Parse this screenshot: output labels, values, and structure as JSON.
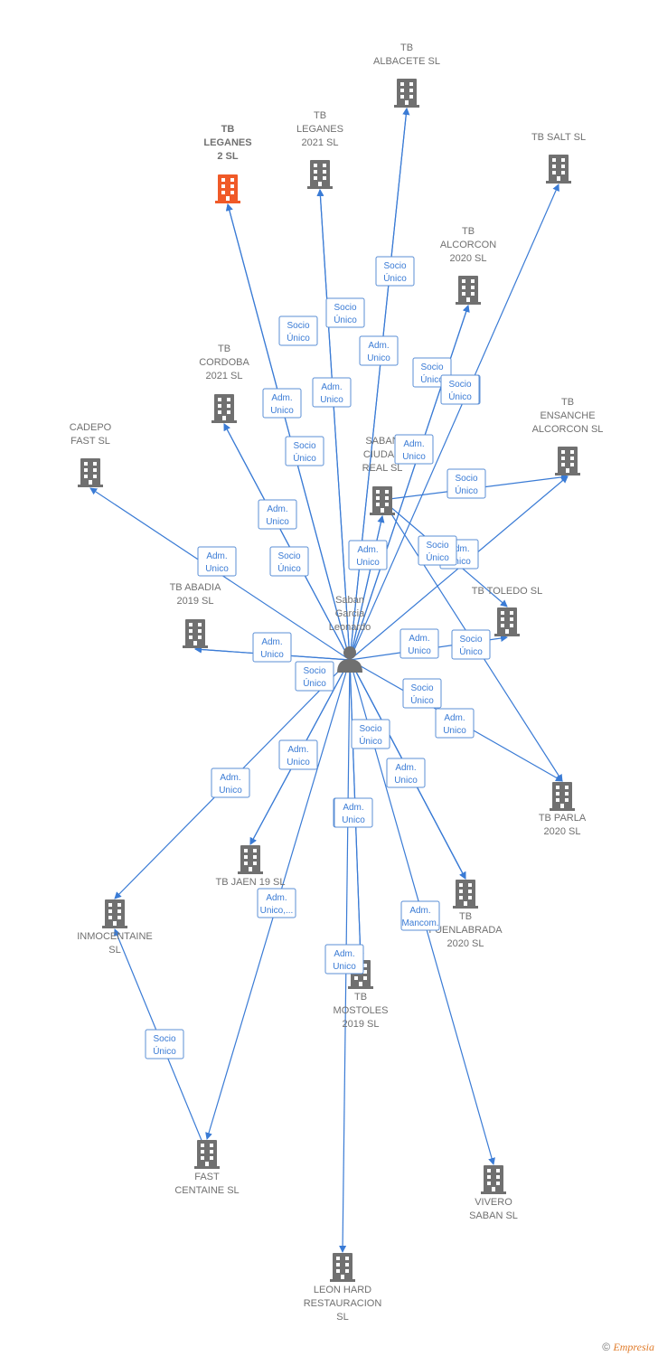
{
  "center": {
    "label_lines": [
      "Saban",
      "Garcia",
      "Leonardo"
    ],
    "icon": "person-icon"
  },
  "nodes": [
    {
      "id": "tb-albacete",
      "label_lines": [
        "TB",
        "ALBACETE  SL"
      ]
    },
    {
      "id": "tb-leganes-2",
      "label_lines": [
        "TB",
        "LEGANES",
        "2  SL"
      ],
      "highlight": true
    },
    {
      "id": "tb-leganes-2021",
      "label_lines": [
        "TB",
        "LEGANES",
        "2021  SL"
      ]
    },
    {
      "id": "tb-salt",
      "label_lines": [
        "TB SALT  SL"
      ]
    },
    {
      "id": "tb-alcorcon-2020",
      "label_lines": [
        "TB",
        "ALCORCON",
        "2020  SL"
      ]
    },
    {
      "id": "tb-cordoba-2021",
      "label_lines": [
        "TB",
        "CORDOBA",
        "2021  SL"
      ]
    },
    {
      "id": "cadepo-fast",
      "label_lines": [
        "CADEPO",
        "FAST SL"
      ]
    },
    {
      "id": "saban-ciudad-real",
      "label_lines": [
        "SABAN",
        "CIUDAD",
        "REAL  SL"
      ]
    },
    {
      "id": "tb-ensanche-alcorcon",
      "label_lines": [
        "TB",
        "ENSANCHE",
        "ALCORCON  SL"
      ]
    },
    {
      "id": "tb-abadia-2019",
      "label_lines": [
        "TB ABADIA",
        "2019  SL"
      ]
    },
    {
      "id": "tb-toledo",
      "label_lines": [
        "TB TOLEDO  SL"
      ]
    },
    {
      "id": "tb-parla-2020",
      "label_lines": [
        "TB PARLA",
        "2020  SL"
      ]
    },
    {
      "id": "tb-jaen-19",
      "label_lines": [
        "TB JAEN 19  SL"
      ]
    },
    {
      "id": "inmocentaine",
      "label_lines": [
        "INMOCENTAINE",
        "SL"
      ]
    },
    {
      "id": "tb-fuenlabrada-2020",
      "label_lines": [
        "TB",
        "FUENLABRADA",
        "2020  SL"
      ]
    },
    {
      "id": "tb-mostoles-2019",
      "label_lines": [
        "TB",
        "MOSTOLES",
        "2019  SL"
      ]
    },
    {
      "id": "fast-centaine",
      "label_lines": [
        "FAST",
        "CENTAINE SL"
      ]
    },
    {
      "id": "vivero-saban",
      "label_lines": [
        "VIVERO",
        "SABAN  SL"
      ]
    },
    {
      "id": "leon-hard",
      "label_lines": [
        "LEON HARD",
        "RESTAURACION",
        "SL"
      ]
    }
  ],
  "edges": [
    {
      "label_lines": [
        "Socio",
        "Único"
      ]
    },
    {
      "label_lines": [
        "Adm.",
        "Unico"
      ]
    },
    {
      "label_lines": [
        "Socio",
        "Único"
      ]
    },
    {
      "label_lines": [
        "Adm.",
        "Unico"
      ]
    },
    {
      "label_lines": [
        "Socio",
        "Único"
      ]
    },
    {
      "label_lines": [
        "Adm.",
        "Unico"
      ]
    },
    {
      "label_lines": [
        "Socio",
        "Único"
      ]
    },
    {
      "label_lines": [
        "Adm.",
        "Unico"
      ]
    },
    {
      "label_lines": [
        "Socio",
        "Único"
      ]
    },
    {
      "label_lines": [
        "Adm.",
        "Unico"
      ]
    },
    {
      "label_lines": [
        "Adm.",
        "Unico"
      ]
    },
    {
      "label_lines": [
        "Socio",
        "Único"
      ]
    },
    {
      "label_lines": [
        "Adm.",
        "Unico"
      ]
    },
    {
      "label_lines": [
        "Socio",
        "Único"
      ]
    },
    {
      "label_lines": [
        "Socio",
        "Único"
      ]
    },
    {
      "label_lines": [
        "Adm.",
        "Unico"
      ]
    },
    {
      "label_lines": [
        "Adm.",
        "Unico"
      ]
    },
    {
      "label_lines": [
        "Adm.",
        "Unico"
      ]
    },
    {
      "label_lines": [
        "Adm.",
        "Unico"
      ]
    },
    {
      "label_lines": [
        "Socio",
        "Único"
      ]
    },
    {
      "label_lines": [
        "Socio",
        "Único"
      ]
    },
    {
      "label_lines": [
        "Adm.",
        "Unico"
      ]
    },
    {
      "label_lines": [
        "Socio",
        "Único"
      ]
    },
    {
      "label_lines": [
        "Socio",
        "Único"
      ]
    },
    {
      "label_lines": [
        "Adm.",
        "Unico"
      ]
    },
    {
      "label_lines": [
        "Adm.",
        "Unico"
      ]
    },
    {
      "label_lines": [
        "Socio",
        "Único"
      ]
    },
    {
      "label_lines": [
        "Adm.",
        "Unico"
      ]
    },
    {
      "label_lines": [
        "Adm.",
        "Unico"
      ]
    },
    {
      "label_lines": [
        "Adm.",
        "Unico"
      ]
    },
    {
      "label_lines": [
        "Adm.",
        "Unico,..."
      ]
    },
    {
      "label_lines": [
        "Adm.",
        "Mancom."
      ]
    },
    {
      "label_lines": [
        "Adm.",
        "Unico"
      ]
    },
    {
      "label_lines": [
        "Socio",
        "Único"
      ]
    }
  ],
  "colors": {
    "edge": "#3a7bd5",
    "building": "#707070",
    "highlight": "#f05a28"
  },
  "footer": {
    "copyright": "©",
    "brand": "Empresia"
  }
}
